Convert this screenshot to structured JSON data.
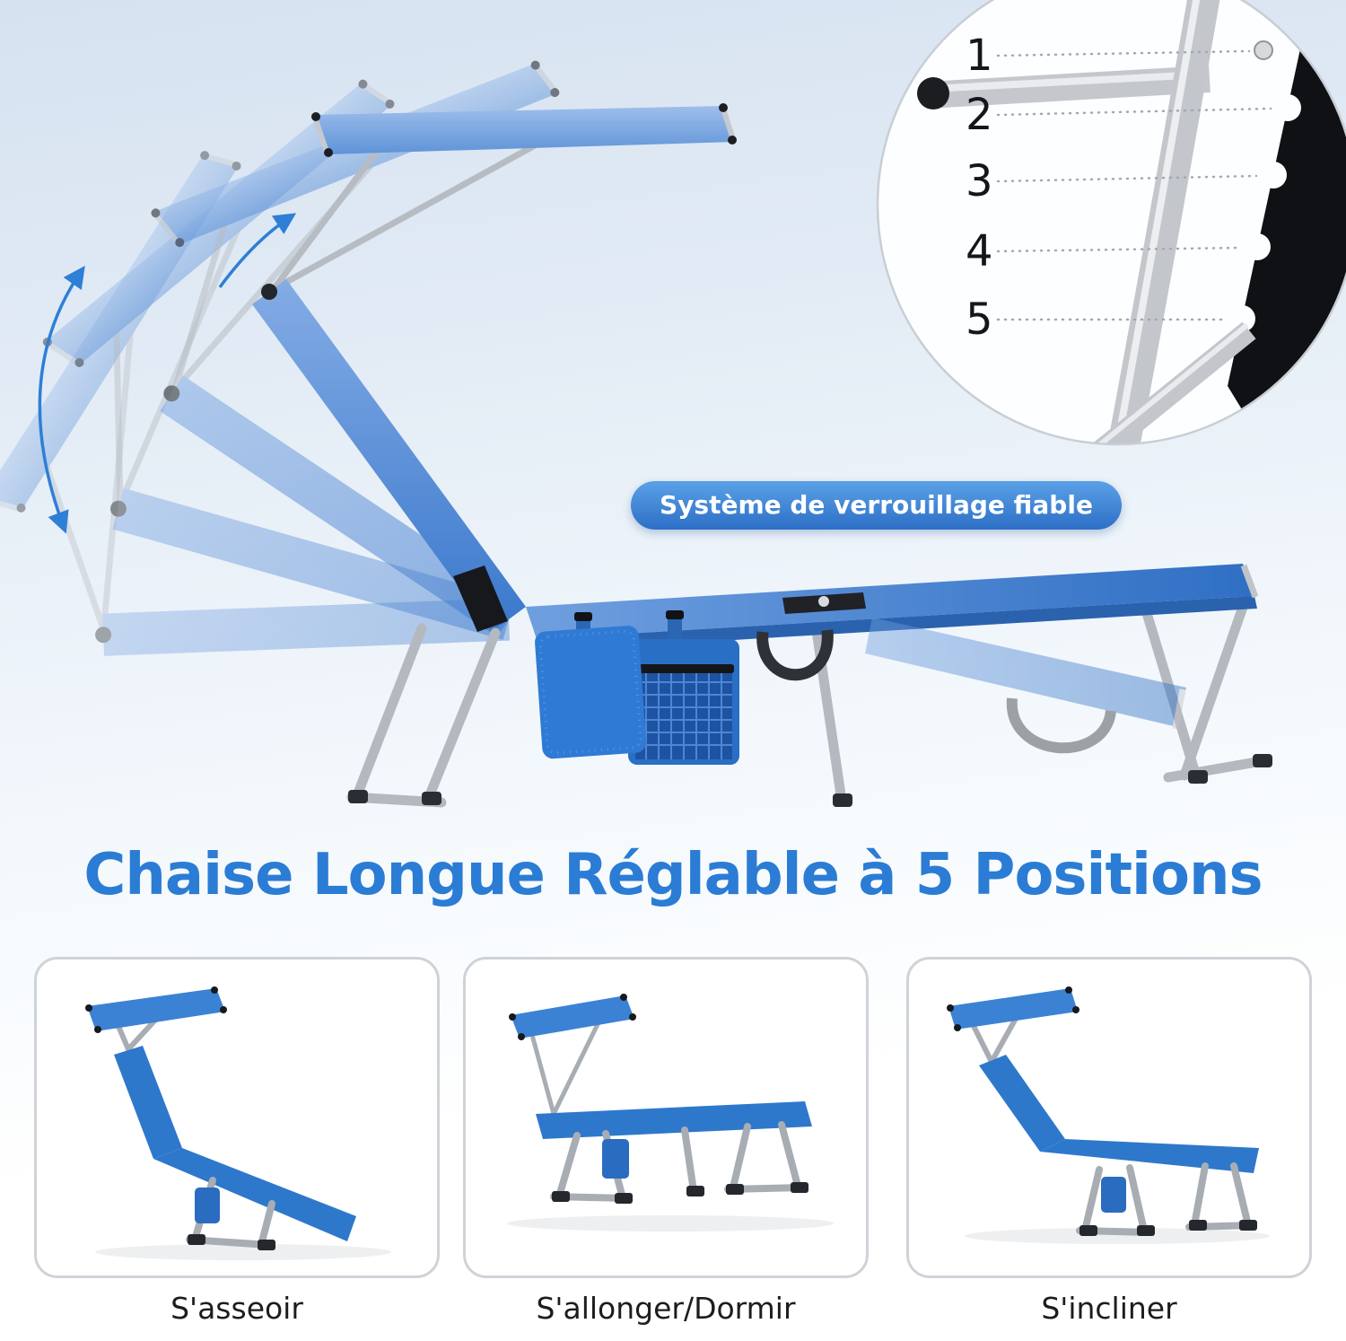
{
  "hero": {
    "badge_label": "Système de verrouillage fiable",
    "title": "Chaise Longue Réglable à 5 Positions"
  },
  "inset": {
    "numbers": [
      "1",
      "2",
      "3",
      "4",
      "5"
    ]
  },
  "thumbnails": [
    {
      "caption": "S'asseoir"
    },
    {
      "caption": "S'allonger/Dormir"
    },
    {
      "caption": "S'incliner"
    }
  ],
  "colors": {
    "accent_blue": "#2b7cd4",
    "fabric_blue": "#2e78cb",
    "canopy_blue": "#3b82d4",
    "background_top": "#d7e3f0"
  }
}
